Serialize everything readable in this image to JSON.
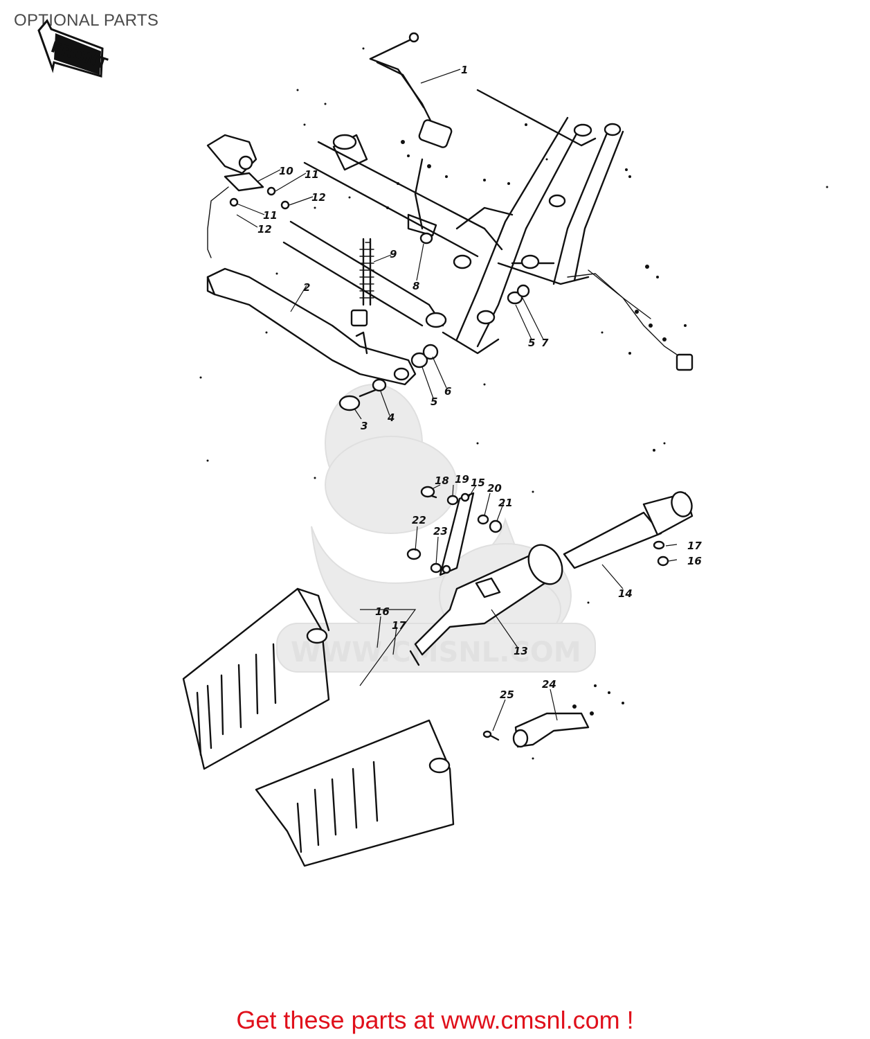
{
  "page": {
    "title": "OPTIONAL PARTS"
  },
  "diagram": {
    "direction_badge": "FRONT",
    "watermark": "WWW.CMSNL.COM",
    "callouts": [
      {
        "id": "c1",
        "label": "1"
      },
      {
        "id": "c2",
        "label": "2"
      },
      {
        "id": "c3",
        "label": "3"
      },
      {
        "id": "c4",
        "label": "4"
      },
      {
        "id": "c5a",
        "label": "5"
      },
      {
        "id": "c5b",
        "label": "5"
      },
      {
        "id": "c6",
        "label": "6"
      },
      {
        "id": "c7",
        "label": "7"
      },
      {
        "id": "c8",
        "label": "8"
      },
      {
        "id": "c9",
        "label": "9"
      },
      {
        "id": "c10",
        "label": "10"
      },
      {
        "id": "c11a",
        "label": "11"
      },
      {
        "id": "c11b",
        "label": "11"
      },
      {
        "id": "c12a",
        "label": "12"
      },
      {
        "id": "c12b",
        "label": "12"
      },
      {
        "id": "c13",
        "label": "13"
      },
      {
        "id": "c14",
        "label": "14"
      },
      {
        "id": "c15",
        "label": "15"
      },
      {
        "id": "c16a",
        "label": "16"
      },
      {
        "id": "c16b",
        "label": "16"
      },
      {
        "id": "c17a",
        "label": "17"
      },
      {
        "id": "c17b",
        "label": "17"
      },
      {
        "id": "c18",
        "label": "18"
      },
      {
        "id": "c19",
        "label": "19"
      },
      {
        "id": "c20",
        "label": "20"
      },
      {
        "id": "c21",
        "label": "21"
      },
      {
        "id": "c22",
        "label": "22"
      },
      {
        "id": "c23",
        "label": "23"
      },
      {
        "id": "c24",
        "label": "24"
      },
      {
        "id": "c25",
        "label": "25"
      }
    ]
  },
  "footer": {
    "text": "Get these parts at www.cmsnl.com !"
  }
}
